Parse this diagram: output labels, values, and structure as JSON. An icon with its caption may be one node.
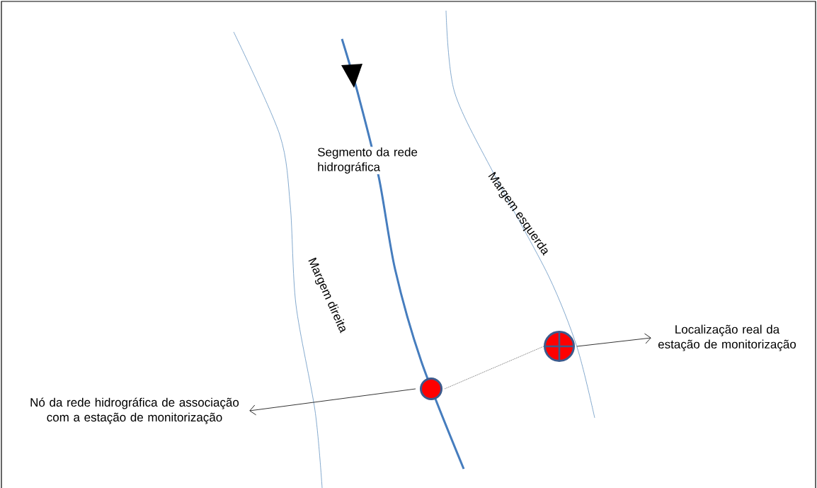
{
  "diagram": {
    "nodes": [
      {
        "text": [],
        "shape": "circle"
      },
      {
        "text": [],
        "shape": "circle"
      },
      {
        "text": [
          "Nó da rede hidrográfica de associação com  a estação de monitorização"
        ]
      },
      {
        "text": [
          "Localização real da estação de monitorização"
        ]
      }
    ],
    "edges": [
      {
        "from": 0,
        "to": 1,
        "arrow": "none",
        "style": "dashed"
      },
      {
        "from": 0,
        "to": 2,
        "arrow": "to"
      },
      {
        "from": 1,
        "to": 3,
        "arrow": "to"
      }
    ],
    "labels": [
      "Segmento da rede hidrográfica",
      "Margem direita",
      "Margem esquerda"
    ]
  }
}
